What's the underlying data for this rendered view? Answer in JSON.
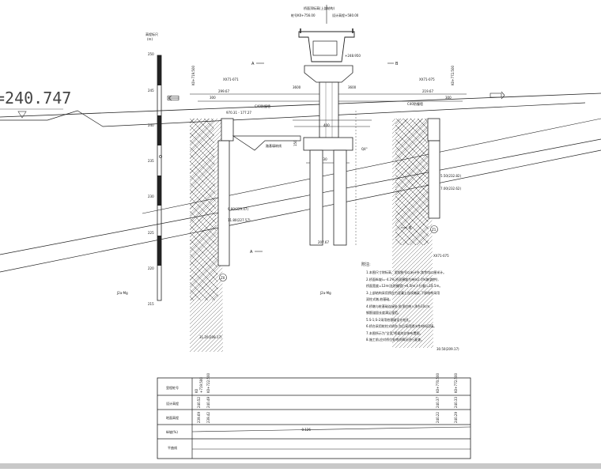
{
  "drawing": {
    "deck_label": "桥面顶标高(上部结构)",
    "deck_stations": [
      "桩号K0+756.00",
      "设计高程+580.00"
    ],
    "pier_top_elevation": "+248.950",
    "elevation_marker": "240.747",
    "section_markers": [
      "A",
      "B",
      "A",
      "B"
    ],
    "scale": {
      "title": "高程标尺",
      "unit": "(m)",
      "ticks": [
        "250",
        "245",
        "240",
        "235",
        "230",
        "225",
        "220",
        "215"
      ]
    },
    "stations": {
      "left_abutment": "K0+719.500",
      "right_abutment": "K0+772.500",
      "left_axis": "XX71-071",
      "right_axis": "XX71-075",
      "left_extent": "299.67",
      "right_extent": "219.67",
      "left_km": "300",
      "right_km": "300",
      "span_left": "3600",
      "span_right": "3600",
      "pier_width": "400",
      "cap_height": "150",
      "pile_width": "630",
      "left_elev": "970.31 - 177.27",
      "left_ground_note": "C40防撞墙",
      "right_ground_note": "C40防撞墙",
      "backfill_label": "路基填筑线",
      "pile_bottom": "207.67",
      "pile_mark_left": "9.80(229.47)",
      "pile_mark_left2": "11.80(227.57)",
      "pile_mark_right": "5.50(232.82)",
      "pile_mark_right2": "7.00(232.62)",
      "left_bottom": "31.20(208.17)",
      "right_bottom": "30.50(209.17)",
      "left_circle": "Z0",
      "right_circle": "Z1",
      "left_base_label": "XX71-071",
      "right_base_label": "XX71-075",
      "angle_note": "Q4°",
      "soil_left": "J2a-Mg",
      "soil_right": "J2a-Mg",
      "left_lower_elev": "229.47"
    },
    "notes": {
      "title": "附注:",
      "items": [
        "1.本图尺寸除标高、里程桩号以米计外,其余均以厘米计。",
        "2.桥面纵坡i=-4.2%,桥面横坡为单向2.0%坡(路拱),",
        "  桥面宽度=12m(含防撞墙)+6.5m(人行道)=18.5m。",
        "3.上部结构采用预应力混凝土连续箱梁,下部结构采用",
        "  双柱式墩,桩基础。",
        "4.桥墩与桩基础连接处,桩顶应伸入承台10cm,",
        "  钢筋锚固长度满足规范。",
        "5.S-1;S-2采用桩基础设计钻孔。",
        "6.桥台采用桩柱式桥台,台后采用透水性材料回填。",
        "7.本图所示为\"全宽\"桥梁的总体布置图。",
        "8.施工前,应对桥位处地质情况进行复查。"
      ]
    },
    "table": {
      "rows": [
        {
          "label": "里程桩号",
          "values": [
            "K0",
            "+719.500",
            "K0+722.500",
            "K0+770.500",
            "K0+772.500"
          ]
        },
        {
          "label": "设计高程",
          "values": [
            "240.52",
            "240.49",
            "240.37",
            "240.33"
          ]
        },
        {
          "label": "地面高程",
          "values": [
            "239.69",
            "239.42",
            "240.22",
            "240.29"
          ]
        },
        {
          "label": "纵坡(%)",
          "values": [
            "-0.126"
          ]
        },
        {
          "label": "平曲线",
          "values": []
        }
      ]
    }
  }
}
